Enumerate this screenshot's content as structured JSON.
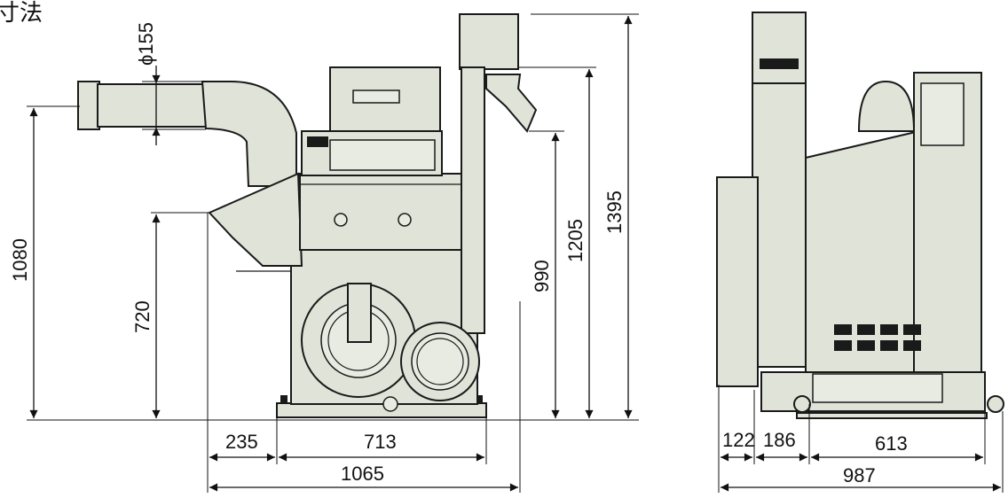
{
  "title": "寸法",
  "front_view": {
    "diameter_label": "ϕ155",
    "dims": {
      "d1080": "1080",
      "d720": "720",
      "d990": "990",
      "d1205": "1205",
      "d1395": "1395",
      "d235": "235",
      "d713": "713",
      "d1065": "1065"
    }
  },
  "side_view": {
    "dims": {
      "d122": "122",
      "d186": "186",
      "d613": "613",
      "d987": "987"
    }
  }
}
